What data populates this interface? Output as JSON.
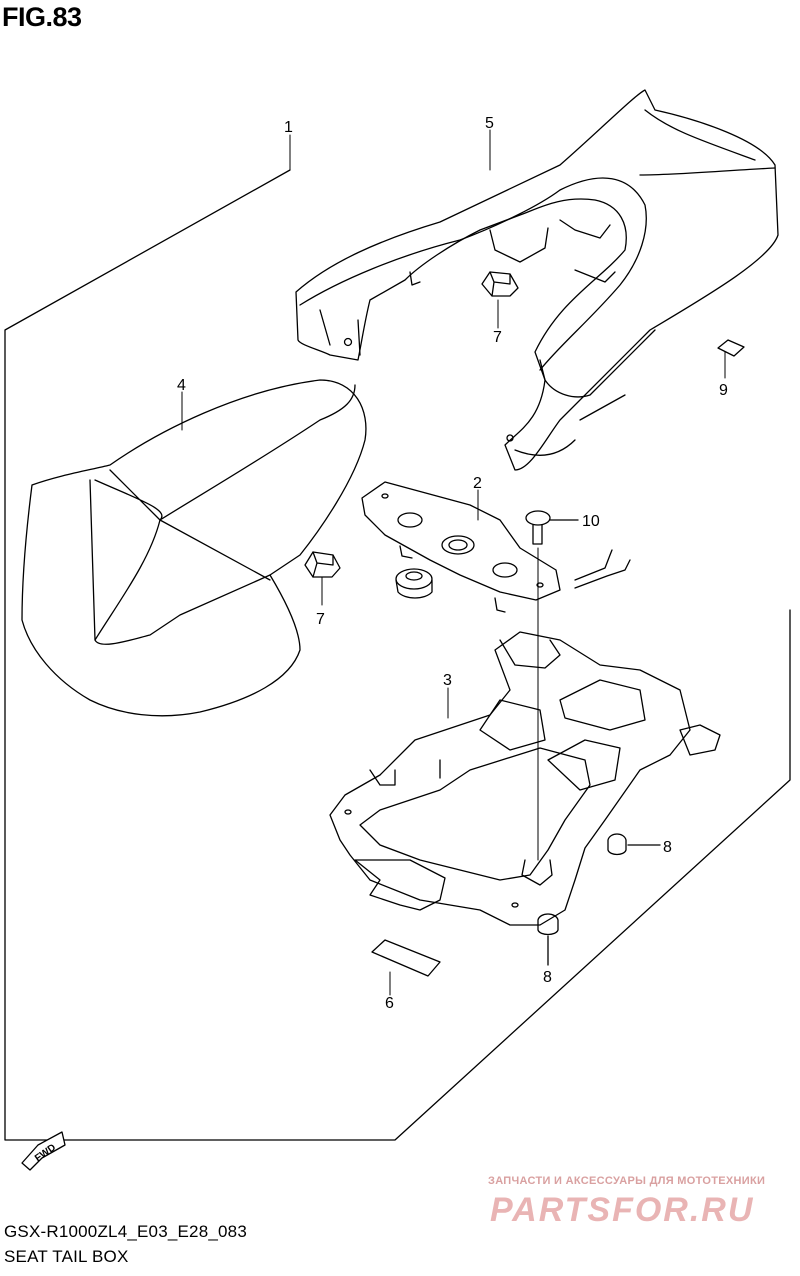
{
  "figure": {
    "title": "FIG.83",
    "model_code": "GSX-R1000ZL4_E03_E28_083",
    "name": "SEAT TAIL BOX"
  },
  "callouts": [
    {
      "number": "1",
      "part": "seat-tail-box-assembly"
    },
    {
      "number": "2",
      "part": "bracket-plate"
    },
    {
      "number": "3",
      "part": "tail-box-frame"
    },
    {
      "number": "4",
      "part": "seat-cushion"
    },
    {
      "number": "5",
      "part": "tail-cover"
    },
    {
      "number": "6",
      "part": "cushion-pad"
    },
    {
      "number": "7",
      "part": "clip-nut"
    },
    {
      "number": "7",
      "part": "clip-nut"
    },
    {
      "number": "8",
      "part": "screw"
    },
    {
      "number": "8",
      "part": "screw"
    },
    {
      "number": "9",
      "part": "pad"
    },
    {
      "number": "10",
      "part": "screw"
    }
  ],
  "fwd_label": "FWD",
  "watermark": {
    "tagline": "ЗАПЧАСТИ И АКСЕССУАРЫ ДЛЯ МОТОТЕХНИКИ",
    "logo": "PARTSFOR.RU",
    "color": "#e9b4b4"
  }
}
